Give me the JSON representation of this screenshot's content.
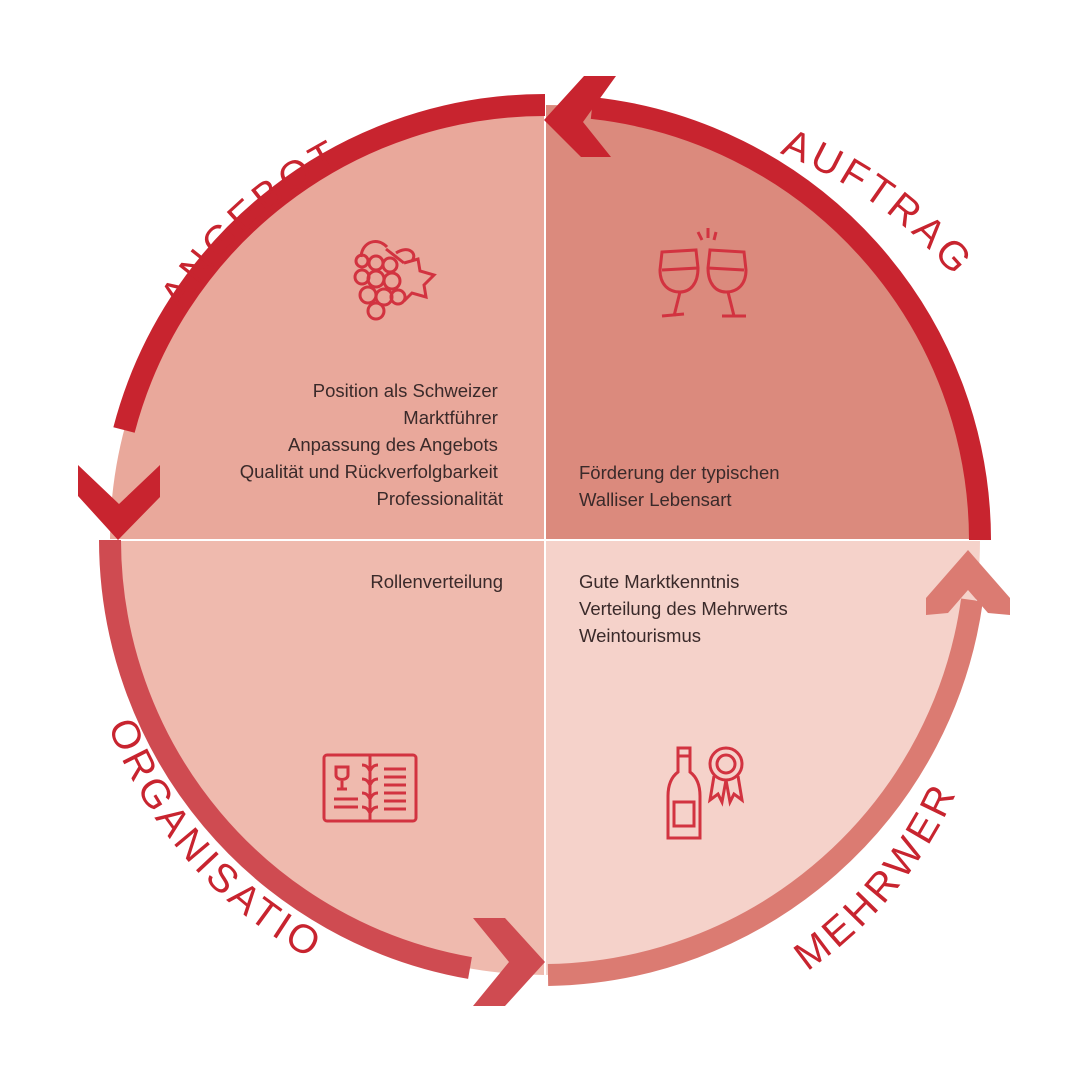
{
  "colors": {
    "angebot_fill": "#e9a89b",
    "auftrag_fill": "#db8a7d",
    "organisation_fill": "#efbaae",
    "mehrwert_fill": "#f5d2ca",
    "arc_dark": "#c8242f",
    "arc_mid": "#cf4b51",
    "arc_light": "#db7b72",
    "divider": "#ffffff",
    "icon": "#d23340",
    "text": "#3a2a2a"
  },
  "quadrants": {
    "angebot": {
      "title": "ANGEBOT",
      "icon": "grapes-icon",
      "lines": [
        "Position als Schweizer",
        "Marktführer",
        "Anpassung des Angebots",
        "Qualität und Rückverfolgbarkeit",
        "Professionalität"
      ]
    },
    "auftrag": {
      "title": "AUFTRAG",
      "icon": "wine-toast-icon",
      "lines": [
        "Förderung der typischen",
        "Walliser Lebensart"
      ]
    },
    "organisation": {
      "title": "ORGANISATION",
      "icon": "wine-menu-book-icon",
      "lines": [
        "Rollenverteilung"
      ]
    },
    "mehrwert": {
      "title": "MEHRWERT",
      "icon": "wine-bottle-award-icon",
      "lines": [
        "Gute Marktkenntnis",
        "Verteilung des Mehrwerts",
        "Weintourismus"
      ]
    }
  }
}
